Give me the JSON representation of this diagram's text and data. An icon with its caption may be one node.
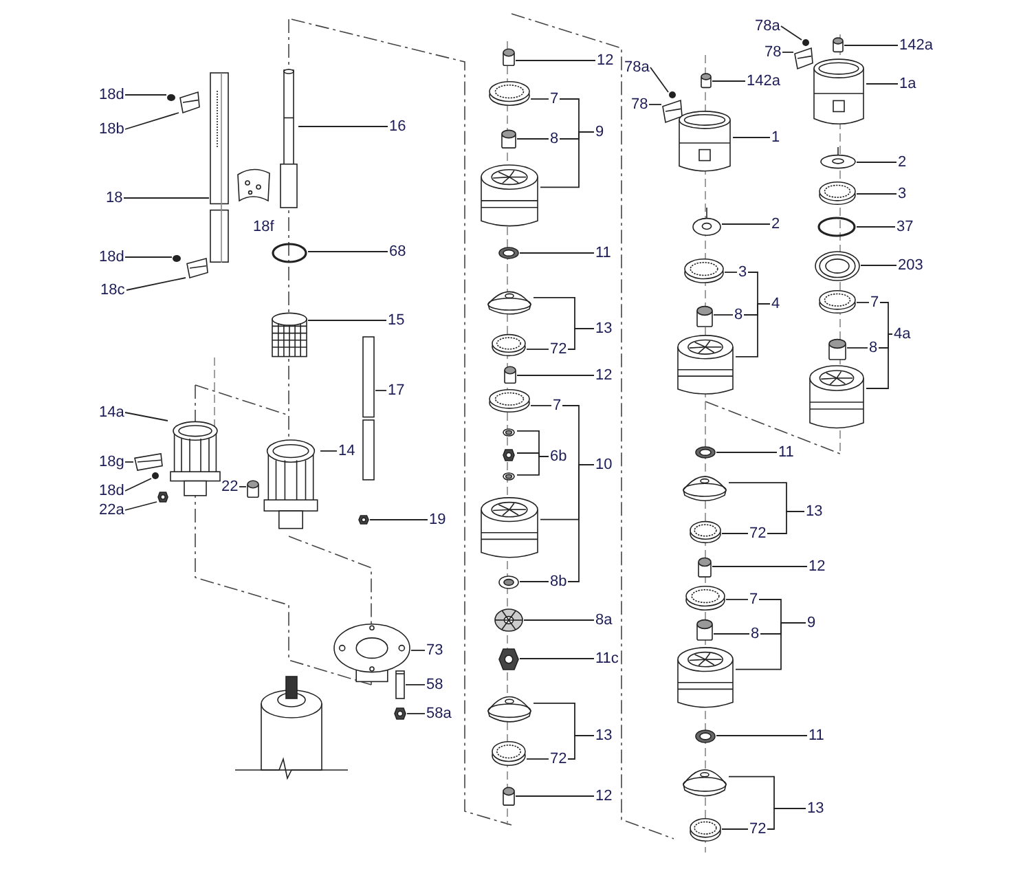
{
  "diagram": {
    "nodes": [
      {
        "text": [
          "18d"
        ]
      },
      {
        "text": [],
        "shape": "circle"
      },
      {
        "text": [
          "18b"
        ]
      },
      {
        "text": [],
        "shape": "picture"
      },
      {
        "text": [
          "18"
        ]
      },
      {
        "text": [],
        "shape": "picture"
      },
      {
        "text": [
          "18d"
        ]
      },
      {
        "text": [],
        "shape": "circle"
      },
      {
        "text": [
          "18c"
        ]
      },
      {
        "text": [],
        "shape": "picture"
      },
      {
        "text": [
          "16"
        ]
      },
      {
        "text": [],
        "shape": "picture"
      },
      {
        "text": [
          "68"
        ]
      },
      {
        "text": [],
        "shape": "circle"
      },
      {
        "text": [
          "15"
        ]
      },
      {
        "text": [],
        "shape": "picture"
      },
      {
        "text": [
          "17"
        ]
      },
      {
        "text": [],
        "shape": "bar"
      },
      {
        "text": [
          "14a"
        ]
      },
      {
        "text": [],
        "shape": "picture"
      },
      {
        "text": [
          "18g"
        ]
      },
      {
        "text": [],
        "shape": "picture"
      },
      {
        "text": [
          "18d"
        ]
      },
      {
        "text": [],
        "shape": "circle"
      },
      {
        "text": [
          "22a"
        ]
      },
      {
        "text": [],
        "shape": "picture"
      },
      {
        "text": [
          "14"
        ]
      },
      {
        "text": [],
        "shape": "picture"
      },
      {
        "text": [
          "22"
        ]
      },
      {
        "text": [],
        "shape": "cylinder"
      },
      {
        "text": [
          "19"
        ]
      },
      {
        "text": [],
        "shape": "picture"
      },
      {
        "text": [
          "73"
        ]
      },
      {
        "text": [],
        "shape": "picture"
      },
      {
        "text": [
          "58"
        ]
      },
      {
        "text": [],
        "shape": "picture"
      },
      {
        "text": [
          "58a"
        ]
      },
      {
        "text": [],
        "shape": "picture"
      },
      {
        "text": [
          "12"
        ]
      },
      {
        "text": [],
        "shape": "cylinder"
      },
      {
        "text": [
          "7"
        ]
      },
      {
        "text": [],
        "shape": "picture"
      },
      {
        "text": [
          "8"
        ]
      },
      {
        "text": [],
        "shape": "cylinder"
      },
      {
        "text": [
          "9"
        ]
      },
      {
        "text": [],
        "shape": "picture"
      },
      {
        "text": [
          "11"
        ]
      },
      {
        "text": [],
        "shape": "picture"
      },
      {
        "text": [
          "13"
        ]
      },
      {
        "text": [],
        "shape": "picture"
      },
      {
        "text": [
          "72"
        ]
      },
      {
        "text": [],
        "shape": "picture"
      },
      {
        "text": [
          "12"
        ]
      },
      {
        "text": [],
        "shape": "cylinder"
      },
      {
        "text": [
          "7"
        ]
      },
      {
        "text": [],
        "shape": "picture"
      },
      {
        "text": [
          "6b"
        ]
      },
      {
        "text": [],
        "shape": "picture"
      },
      {
        "text": [],
        "shape": "picture"
      },
      {
        "text": [],
        "shape": "picture"
      },
      {
        "text": [
          "10"
        ]
      },
      {
        "text": [],
        "shape": "picture"
      },
      {
        "text": [
          "8b"
        ]
      },
      {
        "text": [],
        "shape": "picture"
      },
      {
        "text": [
          "8a"
        ]
      },
      {
        "text": [],
        "shape": "picture"
      },
      {
        "text": [
          "11c"
        ]
      },
      {
        "text": [],
        "shape": "picture"
      },
      {
        "text": [
          "13"
        ]
      },
      {
        "text": [],
        "shape": "picture"
      },
      {
        "text": [
          "72"
        ]
      },
      {
        "text": [],
        "shape": "picture"
      },
      {
        "text": [
          "12"
        ]
      },
      {
        "text": [],
        "shape": "cylinder"
      },
      {
        "text": [
          "78a"
        ]
      },
      {
        "text": [],
        "shape": "circle"
      },
      {
        "text": [
          "78"
        ]
      },
      {
        "text": [],
        "shape": "picture"
      },
      {
        "text": [
          "142a"
        ]
      },
      {
        "text": [],
        "shape": "cylinder"
      },
      {
        "text": [
          "1"
        ]
      },
      {
        "text": [],
        "shape": "picture"
      },
      {
        "text": [
          "2"
        ]
      },
      {
        "text": [],
        "shape": "picture"
      },
      {
        "text": [
          "3"
        ]
      },
      {
        "text": [],
        "shape": "picture"
      },
      {
        "text": [
          "8"
        ]
      },
      {
        "text": [],
        "shape": "cylinder"
      },
      {
        "text": [
          "4"
        ]
      },
      {
        "text": [],
        "shape": "picture"
      },
      {
        "text": [
          "11"
        ]
      },
      {
        "text": [],
        "shape": "picture"
      },
      {
        "text": [
          "13"
        ]
      },
      {
        "text": [],
        "shape": "picture"
      },
      {
        "text": [
          "72"
        ]
      },
      {
        "text": [],
        "shape": "picture"
      },
      {
        "text": [
          "12"
        ]
      },
      {
        "text": [],
        "shape": "cylinder"
      },
      {
        "text": [
          "7"
        ]
      },
      {
        "text": [],
        "shape": "picture"
      },
      {
        "text": [
          "8"
        ]
      },
      {
        "text": [],
        "shape": "cylinder"
      },
      {
        "text": [
          "9"
        ]
      },
      {
        "text": [],
        "shape": "picture"
      },
      {
        "text": [
          "11"
        ]
      },
      {
        "text": [],
        "shape": "picture"
      },
      {
        "text": [
          "13"
        ]
      },
      {
        "text": [],
        "shape": "picture"
      },
      {
        "text": [
          "72"
        ]
      },
      {
        "text": [],
        "shape": "picture"
      },
      {
        "text": [
          "78a"
        ]
      },
      {
        "text": [],
        "shape": "circle"
      },
      {
        "text": [
          "78"
        ]
      },
      {
        "text": [],
        "shape": "picture"
      },
      {
        "text": [
          "142a"
        ]
      },
      {
        "text": [],
        "shape": "cylinder"
      },
      {
        "text": [
          "1a"
        ]
      },
      {
        "text": [],
        "shape": "picture"
      },
      {
        "text": [
          "2"
        ]
      },
      {
        "text": [],
        "shape": "picture"
      },
      {
        "text": [
          "3"
        ]
      },
      {
        "text": [],
        "shape": "picture"
      },
      {
        "text": [
          "37"
        ]
      },
      {
        "text": [],
        "shape": "circle"
      },
      {
        "text": [
          "203"
        ]
      },
      {
        "text": [],
        "shape": "picture"
      },
      {
        "text": [
          "7"
        ]
      },
      {
        "text": [],
        "shape": "picture"
      },
      {
        "text": [
          "8"
        ]
      },
      {
        "text": [],
        "shape": "cylinder"
      },
      {
        "text": [
          "4a"
        ]
      },
      {
        "text": [],
        "shape": "picture"
      }
    ],
    "edges": [
      {
        "from": 0,
        "to": 1,
        "arrow": "none"
      },
      {
        "from": 2,
        "to": 3,
        "arrow": "none"
      },
      {
        "from": 4,
        "to": 5,
        "arrow": "none"
      },
      {
        "from": 6,
        "to": 7,
        "arrow": "none"
      },
      {
        "from": 8,
        "to": 9,
        "arrow": "none"
      },
      {
        "from": 10,
        "to": 11,
        "arrow": "none"
      },
      {
        "from": 12,
        "to": 13,
        "arrow": "none"
      },
      {
        "from": 14,
        "to": 15,
        "arrow": "none"
      },
      {
        "from": 16,
        "to": 17,
        "arrow": "none"
      },
      {
        "from": 18,
        "to": 19,
        "arrow": "none"
      },
      {
        "from": 20,
        "to": 21,
        "arrow": "none"
      },
      {
        "from": 22,
        "to": 23,
        "arrow": "none"
      },
      {
        "from": 24,
        "to": 25,
        "arrow": "none"
      },
      {
        "from": 26,
        "to": 27,
        "arrow": "none"
      },
      {
        "from": 28,
        "to": 29,
        "arrow": "none"
      },
      {
        "from": 30,
        "to": 31,
        "arrow": "none"
      },
      {
        "from": 32,
        "to": 33,
        "arrow": "none"
      },
      {
        "from": 34,
        "to": 35,
        "arrow": "none"
      },
      {
        "from": 36,
        "to": 37,
        "arrow": "none"
      },
      {
        "from": 38,
        "to": 39,
        "arrow": "none"
      },
      {
        "from": 40,
        "to": 41,
        "arrow": "none"
      },
      {
        "from": 42,
        "to": 43,
        "arrow": "none"
      },
      {
        "from": 44,
        "to": 40,
        "arrow": "none"
      },
      {
        "from": 44,
        "to": 42,
        "arrow": "none"
      },
      {
        "from": 44,
        "to": 45,
        "arrow": "none"
      },
      {
        "from": 46,
        "to": 47,
        "arrow": "none"
      },
      {
        "from": 48,
        "to": 49,
        "arrow": "none"
      },
      {
        "from": 48,
        "to": 50,
        "arrow": "none"
      },
      {
        "from": 50,
        "to": 51,
        "arrow": "none"
      },
      {
        "from": 52,
        "to": 53,
        "arrow": "none"
      },
      {
        "from": 54,
        "to": 55,
        "arrow": "none"
      },
      {
        "from": 56,
        "to": 57,
        "arrow": "none"
      },
      {
        "from": 56,
        "to": 58,
        "arrow": "none"
      },
      {
        "from": 56,
        "to": 59,
        "arrow": "none"
      },
      {
        "from": 60,
        "to": 54,
        "arrow": "none"
      },
      {
        "from": 60,
        "to": 61,
        "arrow": "none"
      },
      {
        "from": 60,
        "to": 62,
        "arrow": "none"
      },
      {
        "from": 62,
        "to": 63,
        "arrow": "none"
      },
      {
        "from": 64,
        "to": 65,
        "arrow": "none"
      },
      {
        "from": 66,
        "to": 67,
        "arrow": "none"
      },
      {
        "from": 68,
        "to": 69,
        "arrow": "none"
      },
      {
        "from": 68,
        "to": 70,
        "arrow": "none"
      },
      {
        "from": 70,
        "to": 71,
        "arrow": "none"
      },
      {
        "from": 72,
        "to": 73,
        "arrow": "none"
      },
      {
        "from": 74,
        "to": 75,
        "arrow": "none"
      },
      {
        "from": 76,
        "to": 77,
        "arrow": "none"
      },
      {
        "from": 78,
        "to": 79,
        "arrow": "none"
      },
      {
        "from": 80,
        "to": 81,
        "arrow": "none"
      },
      {
        "from": 82,
        "to": 83,
        "arrow": "none"
      },
      {
        "from": 84,
        "to": 85,
        "arrow": "none"
      },
      {
        "from": 86,
        "to": 87,
        "arrow": "none"
      },
      {
        "from": 88,
        "to": 84,
        "arrow": "none"
      },
      {
        "from": 88,
        "to": 86,
        "arrow": "none"
      },
      {
        "from": 88,
        "to": 89,
        "arrow": "none"
      },
      {
        "from": 90,
        "to": 91,
        "arrow": "none"
      },
      {
        "from": 92,
        "to": 93,
        "arrow": "none"
      },
      {
        "from": 92,
        "to": 94,
        "arrow": "none"
      },
      {
        "from": 94,
        "to": 95,
        "arrow": "none"
      },
      {
        "from": 96,
        "to": 97,
        "arrow": "none"
      },
      {
        "from": 98,
        "to": 99,
        "arrow": "none"
      },
      {
        "from": 100,
        "to": 101,
        "arrow": "none"
      },
      {
        "from": 102,
        "to": 98,
        "arrow": "none"
      },
      {
        "from": 102,
        "to": 100,
        "arrow": "none"
      },
      {
        "from": 102,
        "to": 103,
        "arrow": "none"
      },
      {
        "from": 104,
        "to": 105,
        "arrow": "none"
      },
      {
        "from": 106,
        "to": 107,
        "arrow": "none"
      },
      {
        "from": 106,
        "to": 108,
        "arrow": "none"
      },
      {
        "from": 108,
        "to": 109,
        "arrow": "none"
      },
      {
        "from": 110,
        "to": 111,
        "arrow": "none"
      },
      {
        "from": 112,
        "to": 113,
        "arrow": "none"
      },
      {
        "from": 114,
        "to": 115,
        "arrow": "none"
      },
      {
        "from": 116,
        "to": 117,
        "arrow": "none"
      },
      {
        "from": 118,
        "to": 119,
        "arrow": "none"
      },
      {
        "from": 120,
        "to": 121,
        "arrow": "none"
      },
      {
        "from": 122,
        "to": 123,
        "arrow": "none"
      },
      {
        "from": 124,
        "to": 125,
        "arrow": "none"
      },
      {
        "from": 126,
        "to": 127,
        "arrow": "none"
      },
      {
        "from": 128,
        "to": 129,
        "arrow": "none"
      },
      {
        "from": 130,
        "to": 126,
        "arrow": "none"
      },
      {
        "from": 130,
        "to": 128,
        "arrow": "none"
      },
      {
        "from": 130,
        "to": 131,
        "arrow": "none"
      }
    ],
    "labels": [
      "18f"
    ]
  }
}
